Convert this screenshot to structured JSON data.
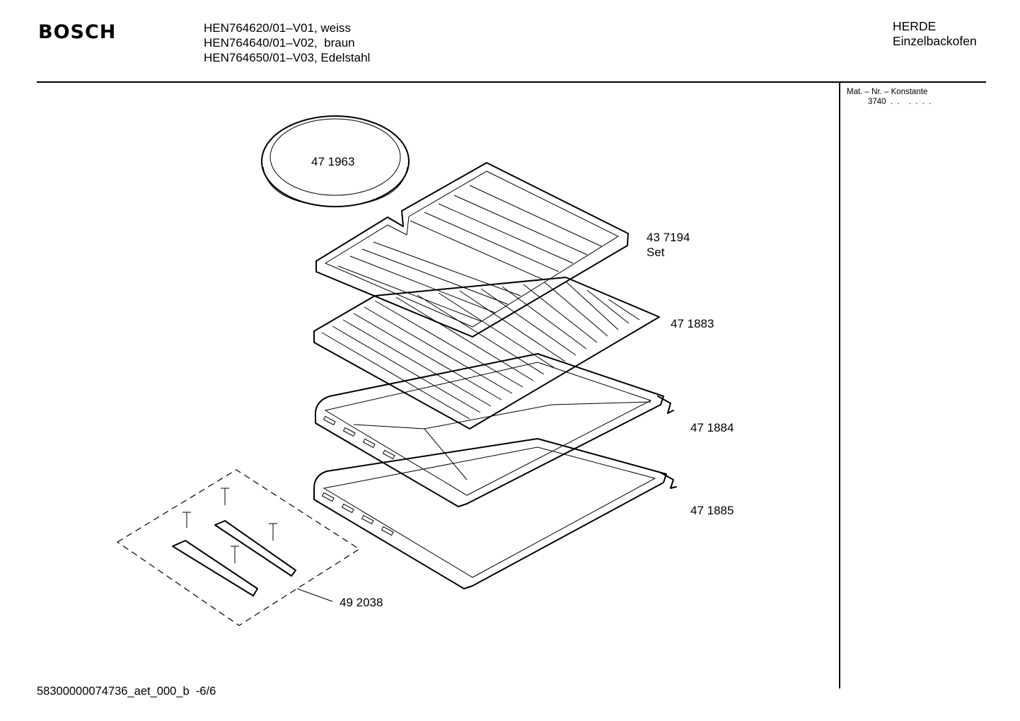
{
  "header": {
    "brand": "BOSCH",
    "models": [
      "HEN764620/01–V01, weiss",
      "HEN764640/01–V02,  braun",
      "HEN764650/01–V03, Edelstahl"
    ],
    "category_line1": "HERDE",
    "category_line2": "Einzelbackofen"
  },
  "side_panel": {
    "mat_label": "Mat. – Nr. – Konstante",
    "mat_value": "3740  .  .    .  .  .  ."
  },
  "parts": [
    {
      "id": "pan-round",
      "number": "47 1963",
      "note": ""
    },
    {
      "id": "tray-set",
      "number": "43 7194",
      "note": "Set"
    },
    {
      "id": "wire-rack",
      "number": "47 1883",
      "note": ""
    },
    {
      "id": "baking-tray",
      "number": "47 1884",
      "note": ""
    },
    {
      "id": "deep-tray",
      "number": "47 1885",
      "note": ""
    },
    {
      "id": "rail-kit",
      "number": "49 2038",
      "note": ""
    }
  ],
  "footer": {
    "doc_id": "58300000074736_aet_000_b  -6/6"
  }
}
